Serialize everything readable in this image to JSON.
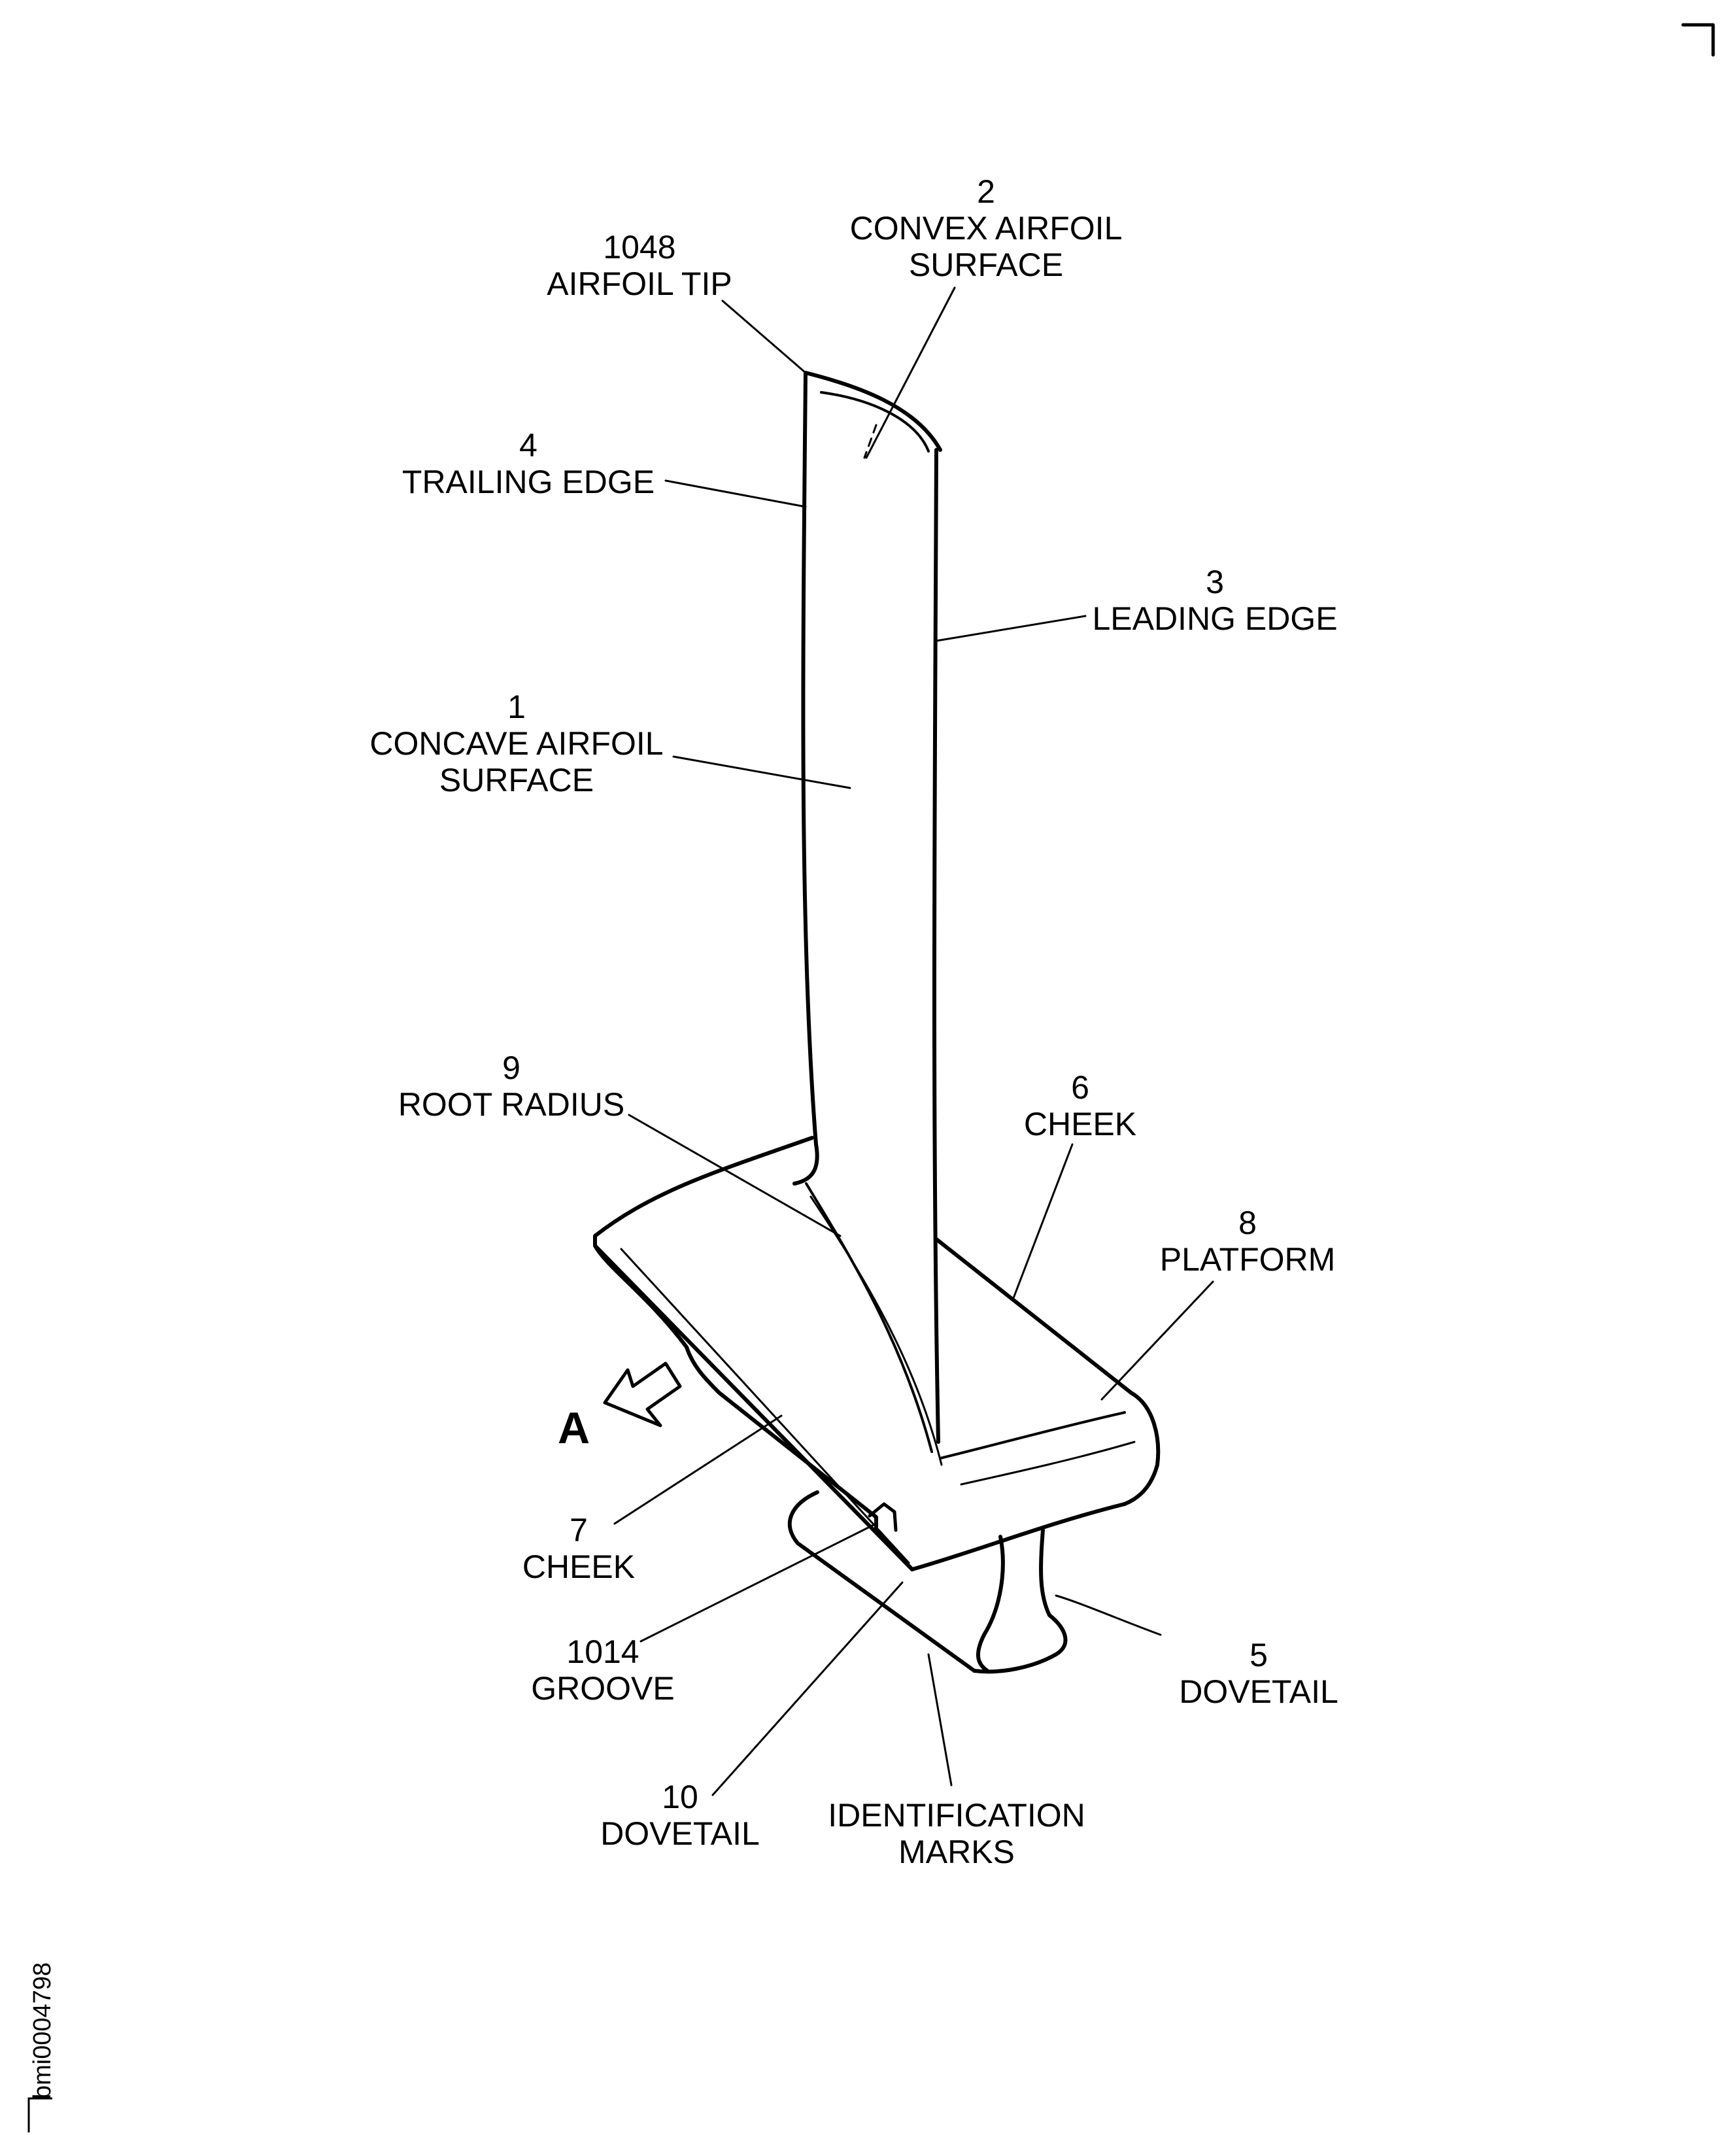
{
  "figure_id": "bmi0004798",
  "view_arrow": "A",
  "callouts": {
    "airfoil_tip": {
      "number": "1048",
      "text": "AIRFOIL TIP"
    },
    "convex_airfoil_surface": {
      "number": "2",
      "line1": "CONVEX AIRFOIL",
      "line2": "SURFACE"
    },
    "trailing_edge": {
      "number": "4",
      "text": "TRAILING EDGE"
    },
    "leading_edge": {
      "number": "3",
      "text": "LEADING EDGE"
    },
    "concave_airfoil_surface": {
      "number": "1",
      "line1": "CONCAVE AIRFOIL",
      "line2": "SURFACE"
    },
    "root_radius": {
      "number": "9",
      "text": "ROOT RADIUS"
    },
    "cheek_upper": {
      "number": "6",
      "text": "CHEEK"
    },
    "platform": {
      "number": "8",
      "text": "PLATFORM"
    },
    "cheek_lower": {
      "number": "7",
      "text": "CHEEK"
    },
    "groove": {
      "number": "1014",
      "text": "GROOVE"
    },
    "dovetail_right": {
      "number": "5",
      "text": "DOVETAIL"
    },
    "dovetail_bottom": {
      "number": "10",
      "text": "DOVETAIL"
    },
    "identification_marks": {
      "line1": "IDENTIFICATION",
      "line2": "MARKS"
    }
  }
}
